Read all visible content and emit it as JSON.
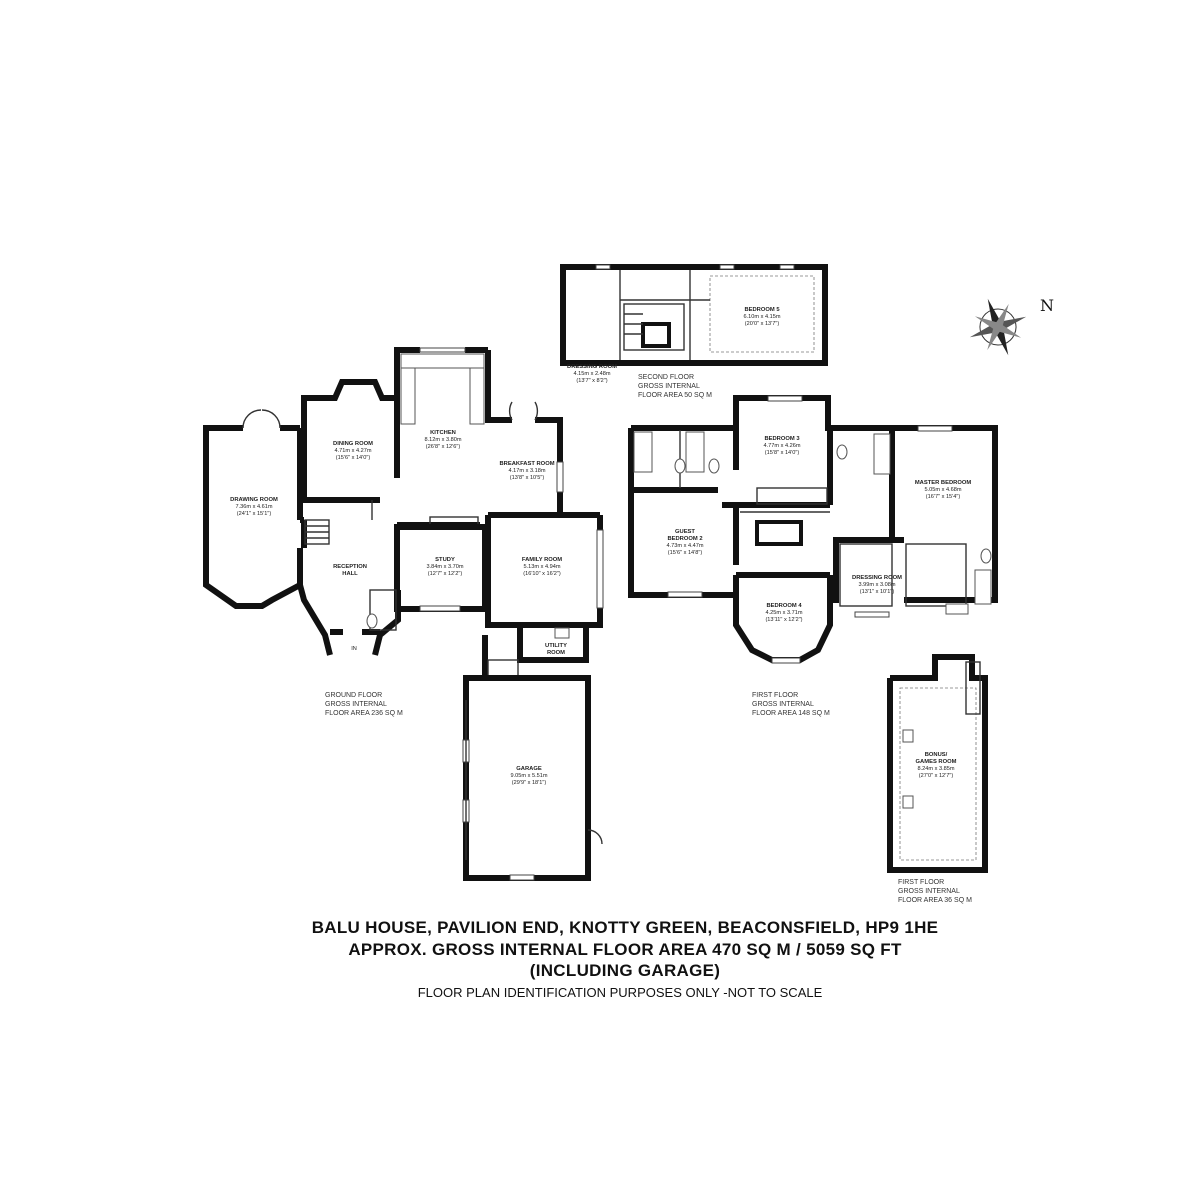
{
  "rooms": {
    "drawing_room": {
      "name": "DRAWING ROOM",
      "metric": "7.36m x 4.61m",
      "imperial": "(24'1\" x 15'1\")"
    },
    "dining_room": {
      "name": "DINING ROOM",
      "metric": "4.71m x 4.27m",
      "imperial": "(15'6\" x 14'0\")"
    },
    "kitchen": {
      "name": "KITCHEN",
      "metric": "8.12m x 3.80m",
      "imperial": "(26'8\" x 12'6\")"
    },
    "breakfast_room": {
      "name": "BREAKFAST ROOM",
      "metric": "4.17m x 3.18m",
      "imperial": "(13'8\" x 10'5\")"
    },
    "reception_hall": {
      "name1": "RECEPTION",
      "name2": "HALL"
    },
    "study": {
      "name": "STUDY",
      "metric": "3.84m x 3.70m",
      "imperial": "(12'7\" x 12'2\")"
    },
    "family_room": {
      "name": "FAMILY ROOM",
      "metric": "5.13m x 4.94m",
      "imperial": "(16'10\" x 16'2\")"
    },
    "utility_room": {
      "name1": "UTILITY",
      "name2": "ROOM"
    },
    "garage": {
      "name": "GARAGE",
      "metric": "9.05m x 5.51m",
      "imperial": "(29'9\" x 18'1\")"
    },
    "entrance": {
      "label": "IN"
    },
    "dressing_room_top": {
      "name": "DRESSING ROOM",
      "metric": "4.15m x 2.48m",
      "imperial": "(13'7\" x 8'2\")"
    },
    "bedroom_5": {
      "name": "BEDROOM 5",
      "metric": "6.10m x 4.15m",
      "imperial": "(20'0\" x 13'7\")"
    },
    "bedroom_3": {
      "name": "BEDROOM 3",
      "metric": "4.77m x 4.26m",
      "imperial": "(15'8\" x 14'0\")"
    },
    "master_bedroom": {
      "name": "MASTER BEDROOM",
      "metric": "5.05m x 4.68m",
      "imperial": "(16'7\" x 15'4\")"
    },
    "guest_bedroom_2": {
      "name1": "GUEST",
      "name2": "BEDROOM 2",
      "metric": "4.73m x 4.47m",
      "imperial": "(15'6\" x 14'8\")"
    },
    "dressing_room_first": {
      "name": "DRESSING ROOM",
      "metric": "3.99m x 3.08m",
      "imperial": "(13'1\" x 10'1\")"
    },
    "bedroom_4": {
      "name": "BEDROOM 4",
      "metric": "4.25m x 3.71m",
      "imperial": "(13'11\" x 12'2\")"
    },
    "bonus_room": {
      "name1": "BONUS/",
      "name2": "GAMES ROOM",
      "metric": "8.24m x 3.85m",
      "imperial": "(27'0\" x 12'7\")"
    }
  },
  "floor_areas": {
    "ground": {
      "line1": "GROUND FLOOR",
      "line2": "GROSS INTERNAL",
      "line3": "FLOOR AREA 236 SQ M"
    },
    "second": {
      "line1": "SECOND FLOOR",
      "line2": "GROSS INTERNAL",
      "line3": "FLOOR AREA 50 SQ M"
    },
    "first": {
      "line1": "FIRST FLOOR",
      "line2": "GROSS INTERNAL",
      "line3": "FLOOR AREA 148 SQ M"
    },
    "first_annex": {
      "line1": "FIRST FLOOR",
      "line2": "GROSS INTERNAL",
      "line3": "FLOOR AREA 36 SQ M"
    }
  },
  "caption": {
    "address": "BALU HOUSE, PAVILION END, KNOTTY GREEN, BEACONSFIELD, HP9 1HE",
    "total_area": "APPROX. GROSS INTERNAL FLOOR AREA 470 SQ M / 5059 SQ FT",
    "including": "(INCLUDING GARAGE)",
    "disclaimer": "FLOOR PLAN IDENTIFICATION PURPOSES ONLY -NOT TO SCALE"
  },
  "compass": {
    "north": "N",
    "icon": "compass-rose-icon"
  }
}
